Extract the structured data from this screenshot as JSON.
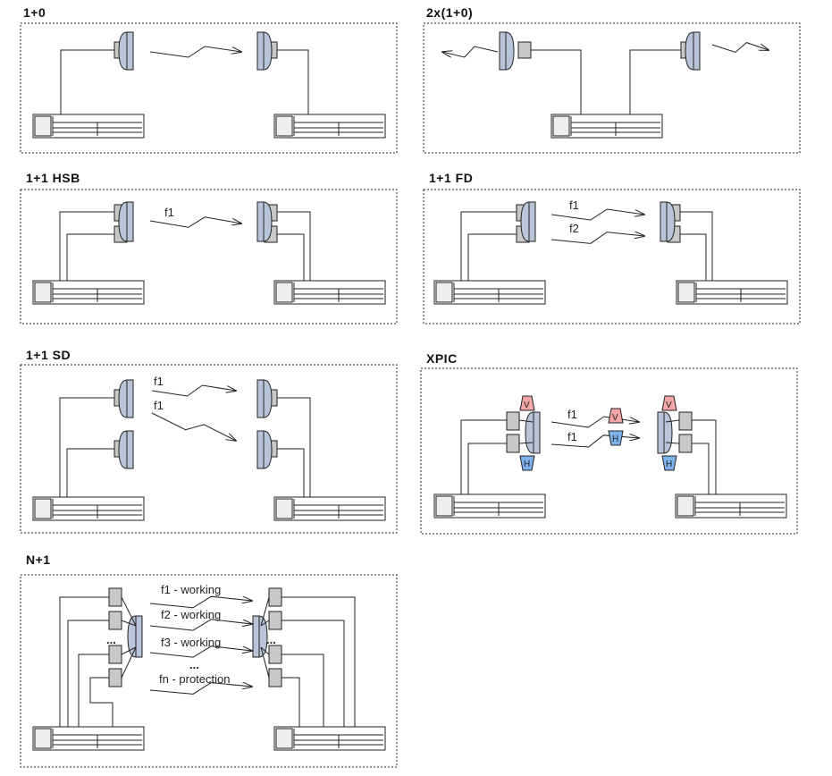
{
  "panels": [
    {
      "id": "p10",
      "title": "1+0"
    },
    {
      "id": "p2x10",
      "title": "2x(1+0)"
    },
    {
      "id": "p11hsb",
      "title": "1+1 HSB"
    },
    {
      "id": "p11fd",
      "title": "1+1 FD"
    },
    {
      "id": "p11sd",
      "title": "1+1 SD"
    },
    {
      "id": "pxpic",
      "title": "XPIC"
    },
    {
      "id": "pn1",
      "title": "N+1"
    }
  ],
  "labels": {
    "hsb_f1": "f1",
    "fd_f1": "f1",
    "fd_f2": "f2",
    "sd_f1a": "f1",
    "sd_f1b": "f1",
    "xpic_f1a": "f1",
    "xpic_f1b": "f1",
    "xpic_v": "V",
    "xpic_h": "H",
    "n1_1": "f1 - working",
    "n1_2": "f2 - working",
    "n1_3": "f3 - working",
    "n1_dots": "...",
    "n1_n": "fn - protection",
    "stack_dots": "..."
  },
  "colors": {
    "odu": "#c8c8c8",
    "antenna": "#b8c4d8",
    "idu": "#eeeeee",
    "vertical": "#f4a6a6",
    "horizontal": "#7fb2ec",
    "line": "#222222"
  }
}
